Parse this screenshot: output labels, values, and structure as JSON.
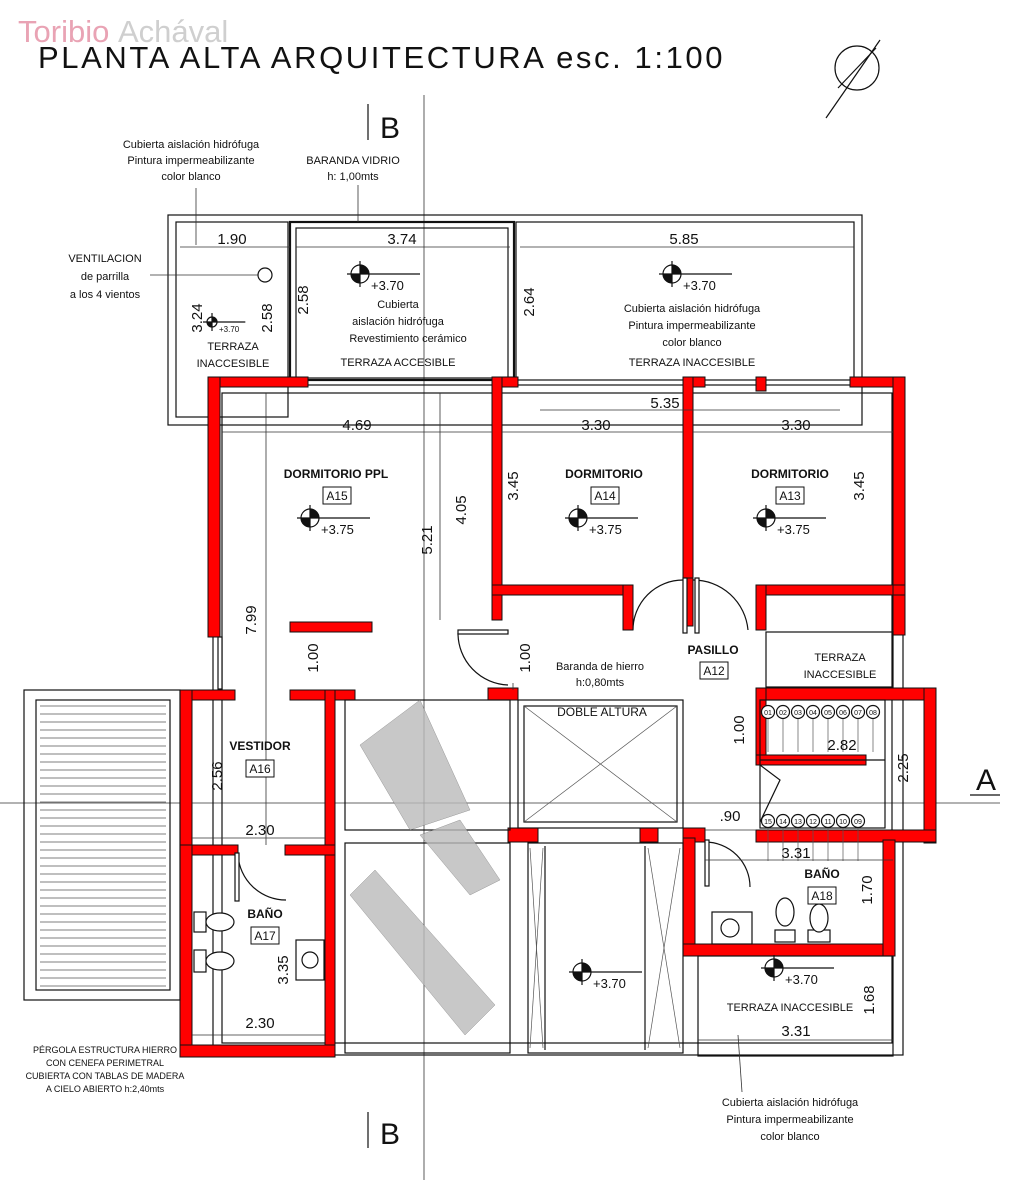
{
  "logo": {
    "part1": "Toribio",
    "part2": "Achával",
    "color1": "#e9a3b4",
    "color2": "#d9d9d9"
  },
  "title": "PLANTA ALTA ARQUITECTURA esc. 1:100",
  "colors": {
    "wall": "#ff0000",
    "line": "#111111"
  },
  "section_markers": {
    "b_top": "B",
    "b_bottom": "B",
    "a_right": "A"
  },
  "notes": {
    "roof_top_left": [
      "Cubierta aislación hidrófuga",
      "Pintura impermeabilizante",
      "color blanco"
    ],
    "railing_glass": [
      "BARANDA VIDRIO",
      "h: 1,00mts"
    ],
    "ventilation": [
      "VENTILACION",
      "de parrilla",
      "a los 4 vientos"
    ],
    "terrace_accessible": [
      "Cubierta",
      "aislación hidrófuga",
      "Revestimiento cerámico"
    ],
    "roof_top_right": [
      "Cubierta aislación hidrófuga",
      "Pintura impermeabilizante",
      "color blanco"
    ],
    "railing_iron": [
      "Baranda de hierro",
      "h:0,80mts"
    ],
    "pergola": [
      "PÉRGOLA ESTRUCTURA HIERRO",
      "CON CENEFA PERIMETRAL",
      "CUBIERTA CON TABLAS DE MADERA",
      "A CIELO ABIERTO h:2,40mts"
    ],
    "roof_bottom": [
      "Cubierta aislación hidrófuga",
      "Pintura impermeabilizante",
      "color blanco"
    ]
  },
  "areas": {
    "terraza_inaccesible_1": [
      "TERRAZA",
      "INACCESIBLE"
    ],
    "terraza_accesible": "TERRAZA ACCESIBLE",
    "terraza_inaccesible_2": "TERRAZA INACCESIBLE",
    "terraza_inaccesible_3": [
      "TERRAZA",
      "INACCESIBLE"
    ],
    "terraza_inaccesible_4": "TERRAZA INACCESIBLE",
    "doble_altura": "DOBLE ALTURA"
  },
  "rooms": [
    {
      "name": "DORMITORIO PPL",
      "code": "A15"
    },
    {
      "name": "DORMITORIO",
      "code": "A14"
    },
    {
      "name": "DORMITORIO",
      "code": "A13"
    },
    {
      "name": "PASILLO",
      "code": "A12"
    },
    {
      "name": "VESTIDOR",
      "code": "A16"
    },
    {
      "name": "BAÑO",
      "code": "A17"
    },
    {
      "name": "BAÑO",
      "code": "A18"
    }
  ],
  "levels": {
    "l1": "+3.70",
    "l2": "+3.70",
    "l3": "+3.70",
    "l4": "+3.75",
    "l5": "+3.75",
    "l6": "+3.75",
    "l7": "+3.70",
    "l8": "+3.70"
  },
  "dims": {
    "d1": "1.90",
    "d2": "3.74",
    "d3": "5.85",
    "d4": "3.24",
    "d5": "2.58",
    "d6": "2.58",
    "d7": "2.64",
    "d8": "5.35",
    "d9": "4.69",
    "d10": "3.30",
    "d11": "3.30",
    "d12": "3.45",
    "d13": "3.45",
    "d14": "4.05",
    "d15": "5.21",
    "d16": "7.99",
    "d17": "1.00",
    "d18": "1.00",
    "d19": "2.56",
    "d20": "2.30",
    "d21": "3.35",
    "d22": "2.30",
    "d23": "1.00",
    "d24": "2.82",
    "d25": "2.25",
    "d26": ".90",
    "d27": "3.31",
    "d28": "1.70",
    "d29": "1.68",
    "d30": "3.31"
  },
  "stairs": {
    "top": [
      "01",
      "02",
      "03",
      "04",
      "05",
      "06",
      "07",
      "08"
    ],
    "bottom": [
      "15",
      "14",
      "13",
      "12",
      "11",
      "10",
      "09"
    ]
  }
}
